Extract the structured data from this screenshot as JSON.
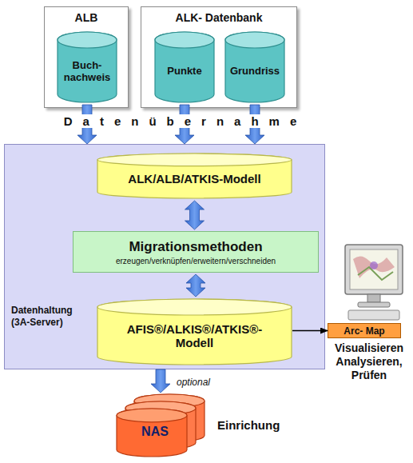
{
  "diagram": {
    "nodes": [
      {
        "text": [
          "ALB"
        ]
      },
      {
        "text": [
          "Buch- nachweis"
        ],
        "in": 0
      },
      {
        "text": [
          "ALK- Datenbank"
        ]
      },
      {
        "text": [
          "Punkte"
        ],
        "in": 2
      },
      {
        "text": [
          "Grundriss"
        ],
        "in": 2
      },
      {
        "text": [
          "Datenhaltung (3A-Server)"
        ]
      },
      {
        "text": [
          "ALK/ALB/ATKIS-Modell"
        ],
        "in": 5
      },
      {
        "text": [
          "Migrationsmethoden",
          "erzeugen/verknüpfen/erweitern/verschneiden"
        ],
        "in": 5
      },
      {
        "text": [
          "AFIS®/ALKIS®/ATKIS®- Modell"
        ],
        "in": 5
      },
      {
        "text": [
          "Arc- Map"
        ]
      },
      {
        "text": [
          "NAS"
        ]
      }
    ],
    "edges": [
      {
        "from": 1,
        "to": 5,
        "arrow": "to"
      },
      {
        "from": 3,
        "to": 5,
        "arrow": "to"
      },
      {
        "from": 4,
        "to": 5,
        "arrow": "to"
      },
      {
        "from": 6,
        "to": 7,
        "arrow": "both"
      },
      {
        "from": 7,
        "to": 8,
        "arrow": "both"
      },
      {
        "from": 8,
        "to": 9,
        "arrow": "to"
      },
      {
        "from": 5,
        "to": 10,
        "label": "optional",
        "arrow": "to"
      }
    ],
    "labels": [
      "Datenübernahme",
      "Visualisieren Analysieren, Prüfen",
      "Einrichung"
    ]
  }
}
